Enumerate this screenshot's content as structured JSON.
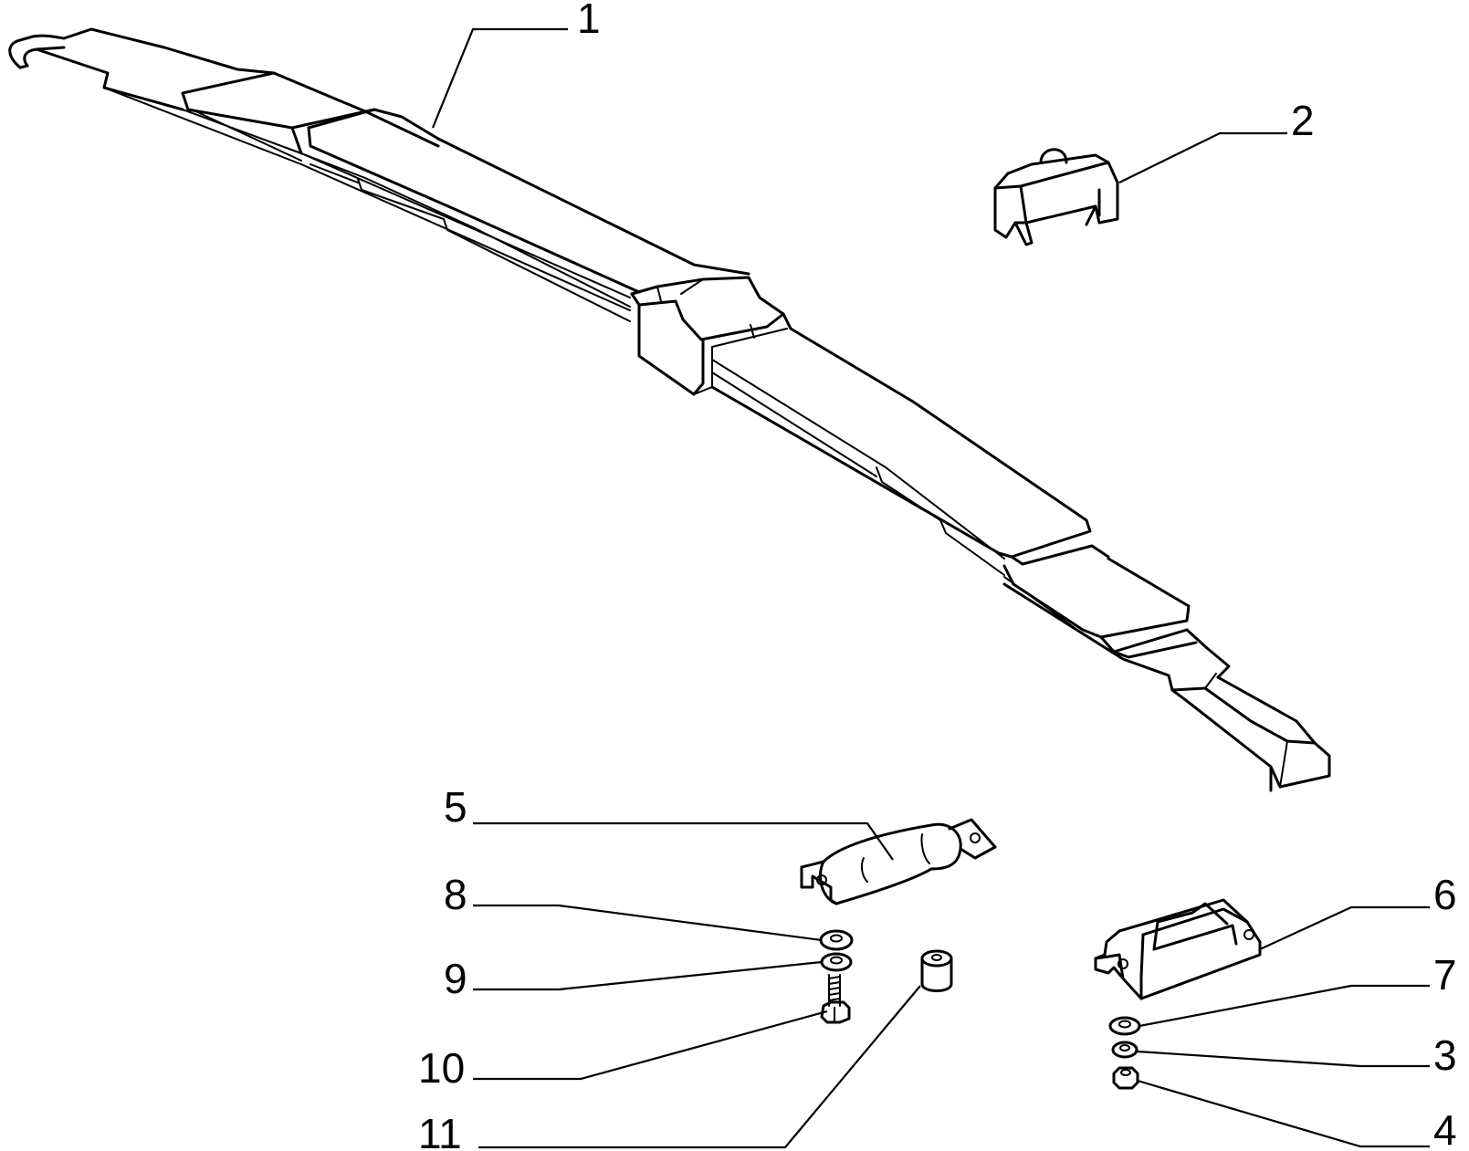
{
  "diagram": {
    "callouts": [
      {
        "id": "c1",
        "label": "1"
      },
      {
        "id": "c2",
        "label": "2"
      },
      {
        "id": "c3",
        "label": "3"
      },
      {
        "id": "c4",
        "label": "4"
      },
      {
        "id": "c5",
        "label": "5"
      },
      {
        "id": "c6",
        "label": "6"
      },
      {
        "id": "c7",
        "label": "7"
      },
      {
        "id": "c8",
        "label": "8"
      },
      {
        "id": "c9",
        "label": "9"
      },
      {
        "id": "c10",
        "label": "10"
      },
      {
        "id": "c11",
        "label": "11"
      }
    ],
    "colors": {
      "ink": "#000000",
      "paper": "#ffffff"
    }
  }
}
